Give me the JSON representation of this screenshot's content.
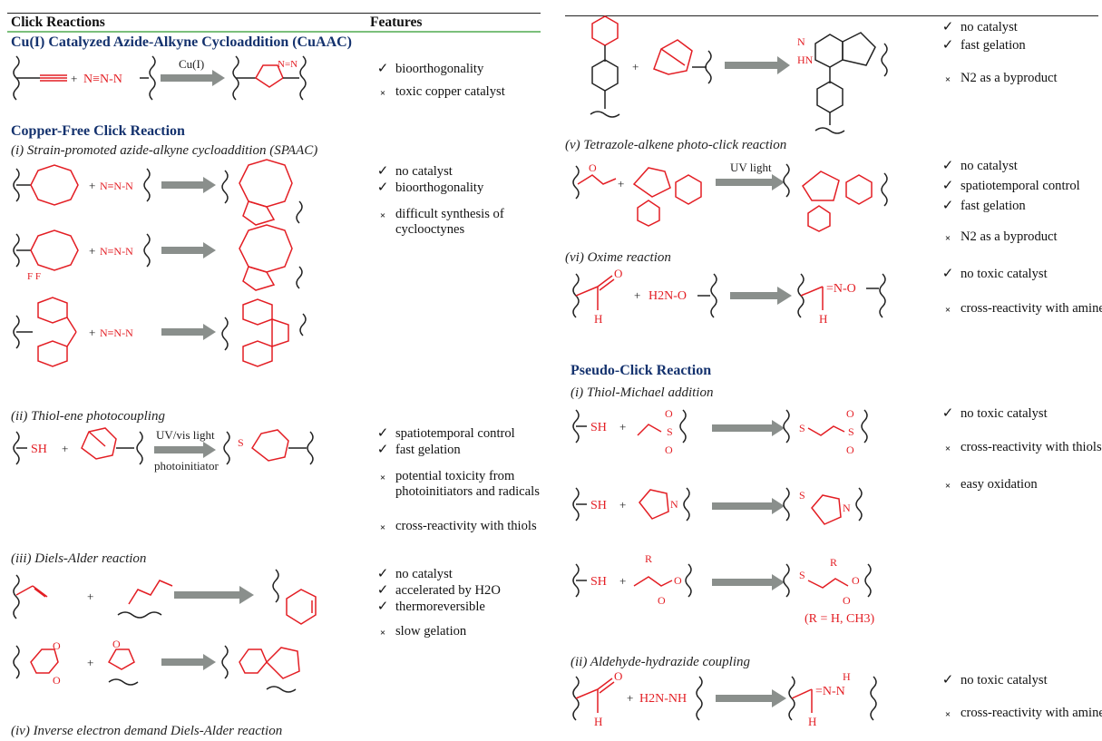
{
  "headers": {
    "reactions": "Click Reactions",
    "features": "Features"
  },
  "sections": {
    "cuaac": "Cu(I) Catalyzed Azide-Alkyne Cycloaddition (CuAAC)",
    "copper_free": "Copper-Free Click Reaction",
    "pseudo": "Pseudo-Click Reaction"
  },
  "subsections": {
    "spaac": "(i) Strain-promoted azide-alkyne cycloaddition (SPAAC)",
    "thiol_ene": "(ii) Thiol-ene photocoupling",
    "diels_alder": "(iii) Diels-Alder reaction",
    "iedda": "(iv) Inverse electron demand Diels-Alder reaction",
    "tetrazole": "(v) Tetrazole-alkene photo-click reaction",
    "oxime": "(vi) Oxime reaction",
    "thiol_michael": "(i) Thiol-Michael addition",
    "hydrazide": "(ii) Aldehyde-hydrazide coupling"
  },
  "arrow_labels": {
    "cu": "Cu(I)",
    "uv_vis": "UV/vis light",
    "photoinitiator": "photoinitiator",
    "uv": "UV light"
  },
  "chem_labels": {
    "azide": "N≡N-N",
    "sh": "SH",
    "h2no": "H2N-O",
    "h2nnh": "H2N-NH",
    "r_group": "R",
    "r_note": "(R = H, CH3)"
  },
  "features": {
    "cuaac": [
      {
        "type": "check",
        "text": "bioorthogonality"
      },
      {
        "type": "cross",
        "text": "toxic copper catalyst"
      }
    ],
    "spaac": [
      {
        "type": "check",
        "text": "no catalyst"
      },
      {
        "type": "check",
        "text": "bioorthogonality"
      },
      {
        "type": "cross",
        "text": "difficult synthesis of cyclooctynes"
      }
    ],
    "thiol_ene": [
      {
        "type": "check",
        "text": "spatiotemporal control"
      },
      {
        "type": "check",
        "text": "fast gelation"
      },
      {
        "type": "cross",
        "text": "potential toxicity from photoinitiators and radicals"
      },
      {
        "type": "cross",
        "text": "cross-reactivity with thiols"
      }
    ],
    "diels_alder": [
      {
        "type": "check",
        "text": "no catalyst"
      },
      {
        "type": "check",
        "text": "accelerated by H2O"
      },
      {
        "type": "check",
        "text": "thermoreversible"
      },
      {
        "type": "cross",
        "text": "slow gelation"
      }
    ],
    "iedda": [
      {
        "type": "check",
        "text": "no catalyst"
      },
      {
        "type": "check",
        "text": "fast gelation"
      },
      {
        "type": "cross",
        "text": "N2 as a byproduct"
      }
    ],
    "tetrazole": [
      {
        "type": "check",
        "text": "no catalyst"
      },
      {
        "type": "check",
        "text": "spatiotemporal control"
      },
      {
        "type": "check",
        "text": "fast gelation"
      },
      {
        "type": "cross",
        "text": "N2 as a byproduct"
      }
    ],
    "oxime": [
      {
        "type": "check",
        "text": "no toxic catalyst"
      },
      {
        "type": "cross",
        "text": "cross-reactivity with amines"
      }
    ],
    "thiol_michael": [
      {
        "type": "check",
        "text": "no toxic catalyst"
      },
      {
        "type": "cross",
        "text": "cross-reactivity with thiols"
      },
      {
        "type": "cross",
        "text": "easy oxidation"
      }
    ],
    "hydrazide": [
      {
        "type": "check",
        "text": "no toxic catalyst"
      },
      {
        "type": "cross",
        "text": "cross-reactivity with amines"
      }
    ]
  },
  "marks": {
    "check": "✓",
    "cross": "×"
  },
  "colors": {
    "section": "#14326e",
    "chem_red": "#e31e24",
    "arrow": "#8a8f8c",
    "rule": "#7bbf7b"
  }
}
